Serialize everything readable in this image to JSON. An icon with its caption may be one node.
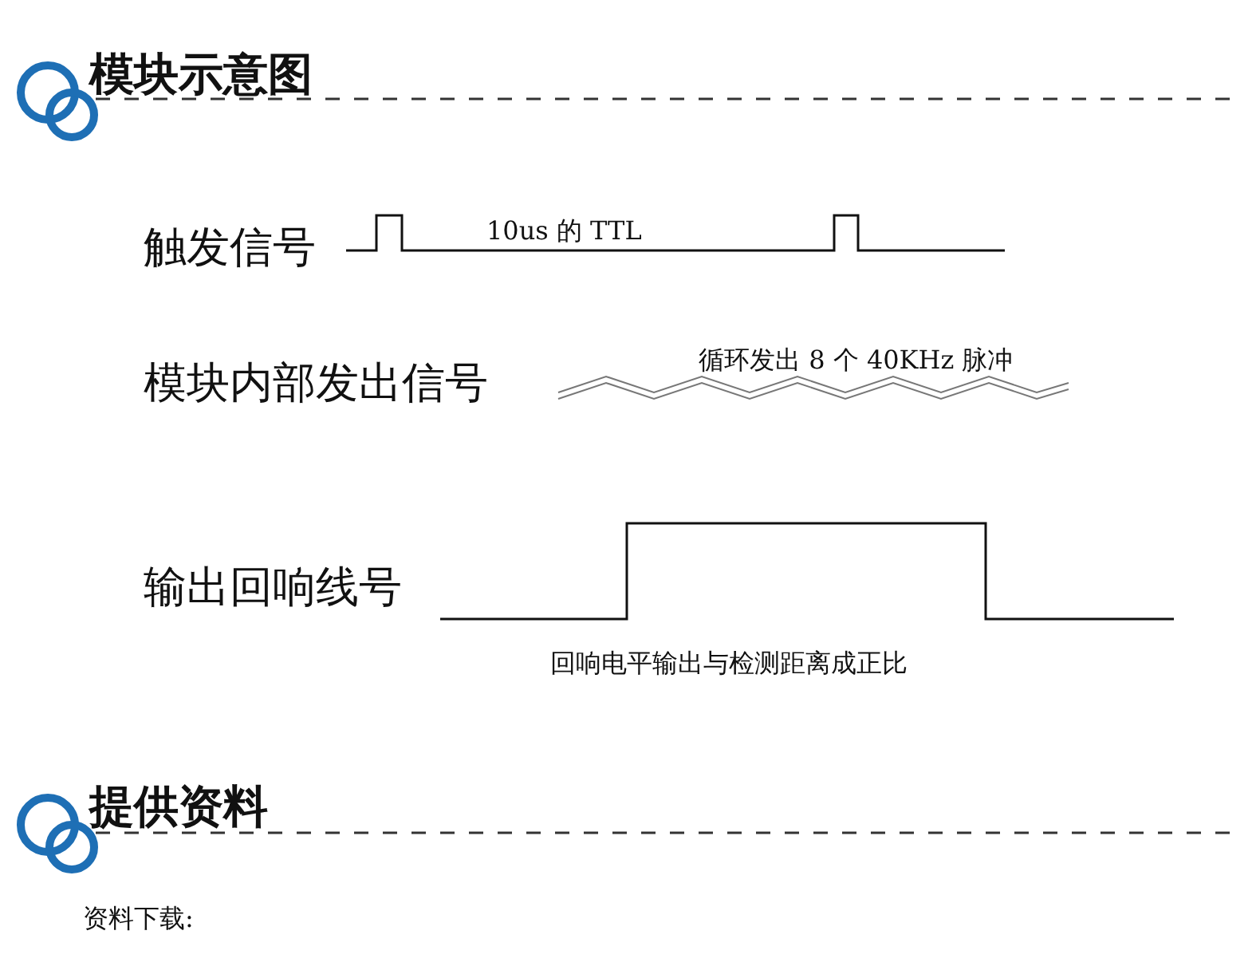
{
  "diagram": {
    "title": "模块示意图",
    "labels": [
      "触发信号",
      "10us 的 TTL",
      "模块内部发出信号",
      "循环发出 8 个 40KHz 脉冲",
      "输出回响线号",
      "回响电平输出与检测距离成正比",
      "提供资料",
      "资料下载:"
    ]
  }
}
